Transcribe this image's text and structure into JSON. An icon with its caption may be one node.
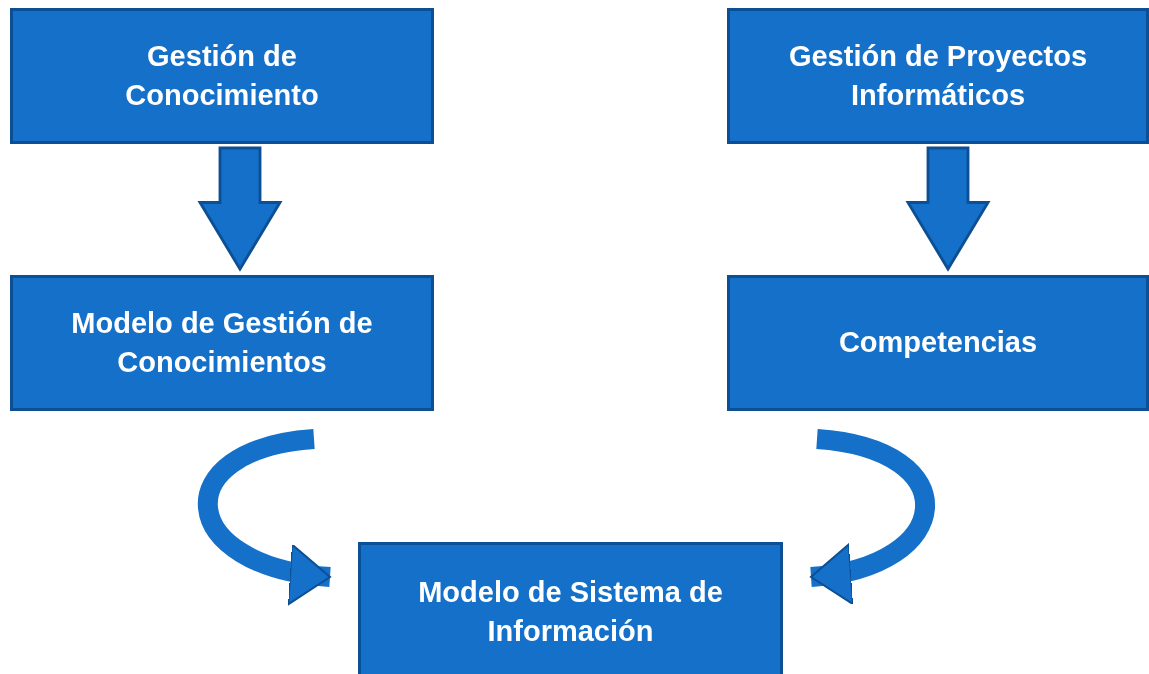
{
  "diagram": {
    "nodes": [
      {
        "text": [
          "Gestión de Conocimiento"
        ]
      },
      {
        "text": [
          "Gestión de Proyectos Informáticos"
        ]
      },
      {
        "text": [
          "Modelo de Gestión de Conocimientos"
        ]
      },
      {
        "text": [
          "Competencias"
        ]
      },
      {
        "text": [
          "Modelo de Sistema de Información"
        ]
      }
    ],
    "edges": [
      {
        "from": 0,
        "to": 2,
        "arrow": "to"
      },
      {
        "from": 1,
        "to": 3,
        "arrow": "to"
      },
      {
        "from": 2,
        "to": 4,
        "arrow": "to"
      },
      {
        "from": 3,
        "to": 4,
        "arrow": "to"
      }
    ]
  }
}
